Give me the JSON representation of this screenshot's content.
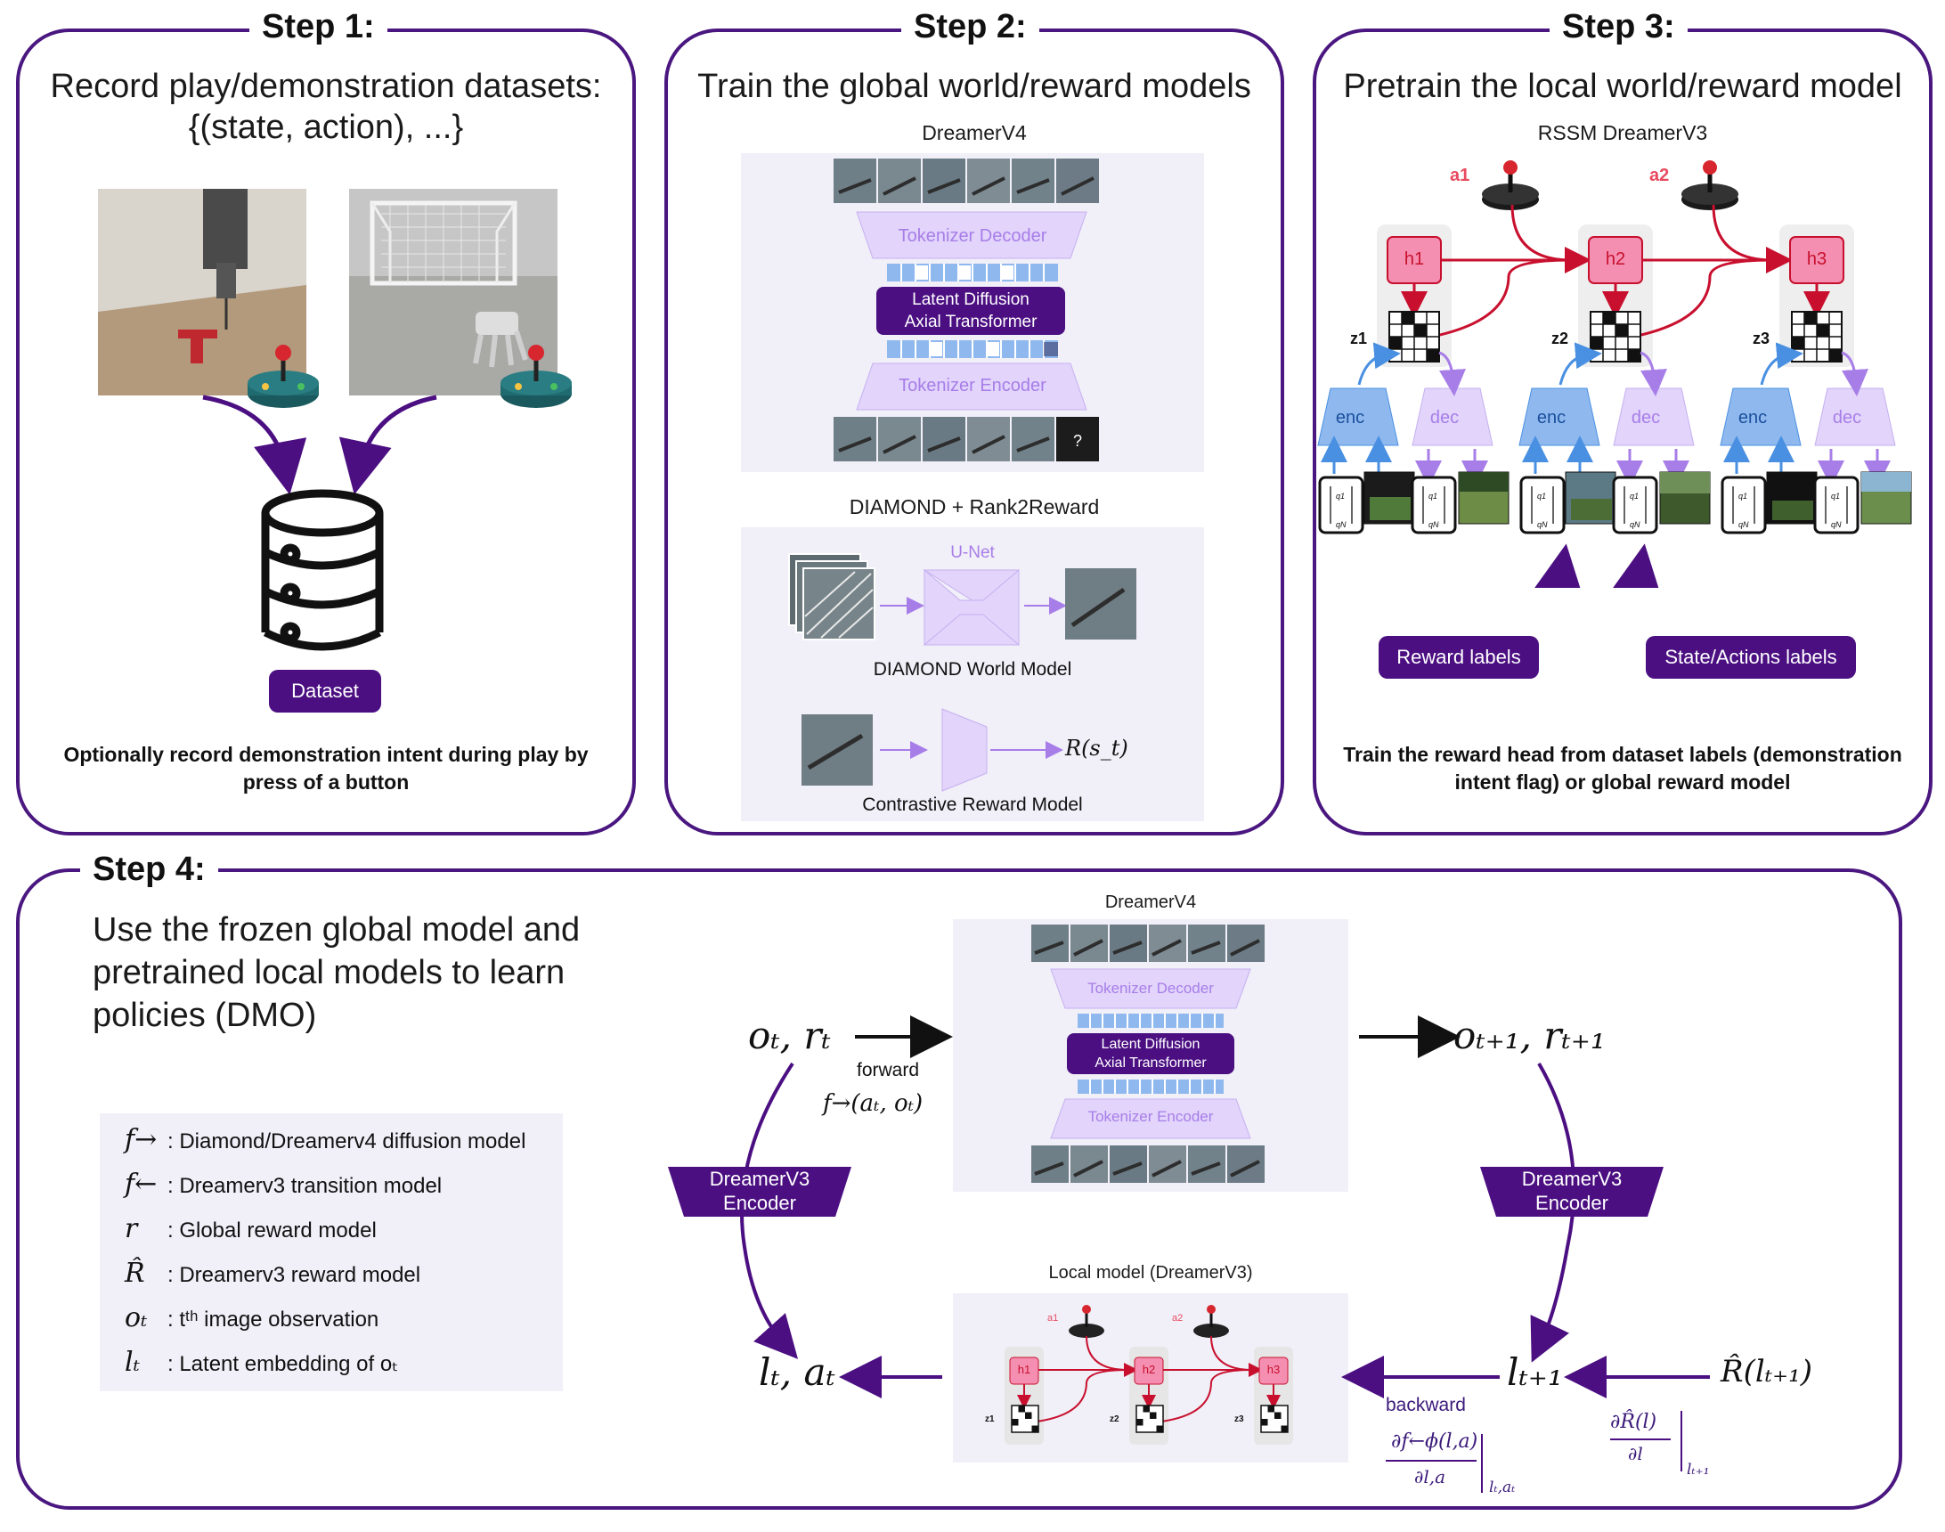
{
  "step1": {
    "title": "Step 1:",
    "heading_line1": "Record play/demonstration datasets:",
    "heading_line2": "{(state, action), ...}",
    "dataset_label": "Dataset",
    "note": "Optionally record demonstration intent during play by press of a button"
  },
  "step2": {
    "title": "Step 2:",
    "heading": "Train the global world/reward models",
    "dreamer_label": "DreamerV4",
    "tokenizer_decoder": "Tokenizer Decoder",
    "tokenizer_encoder": "Tokenizer Encoder",
    "latent_line1": "Latent Diffusion",
    "latent_line2": "Axial Transformer",
    "question_mark": "?",
    "diamond_label": "DIAMOND + Rank2Reward",
    "unet_label": "U-Net",
    "diamond_world_model": "DIAMOND World Model",
    "reward_output": "R(s_t)",
    "contrastive_reward": "Contrastive Reward Model"
  },
  "step3": {
    "title": "Step 3:",
    "heading": "Pretrain the local world/reward model",
    "rssm_label": "RSSM DreamerV3",
    "a1": "a1",
    "a2": "a2",
    "h_nodes": [
      "h1",
      "h2",
      "h3"
    ],
    "z_labels": [
      "z1",
      "z2",
      "z3"
    ],
    "enc_label": "enc",
    "dec_label": "dec",
    "q1": "q1",
    "qN": "qN",
    "reward_labels": "Reward labels",
    "state_action_labels": "State/Actions labels",
    "note": "Train the reward head from dataset labels (demonstration intent flag) or global reward model"
  },
  "step4": {
    "title": "Step 4:",
    "heading": "Use the frozen global model and pretrained local models to learn policies (DMO)",
    "dreamer_label": "DreamerV4",
    "tokenizer_decoder": "Tokenizer Decoder",
    "tokenizer_encoder": "Tokenizer Encoder",
    "latent_line1": "Latent Diffusion",
    "latent_line2": "Axial Transformer",
    "local_model_label": "Local model (DreamerV3)",
    "encoder_line1": "DreamerV3",
    "encoder_line2": "Encoder",
    "forward_label": "forward",
    "backward_label": "backward",
    "ot_rt": "oₜ, rₜ",
    "ot1_rt1": "oₜ₊₁, rₜ₊₁",
    "lt_at": "lₜ, aₜ",
    "lt1": "lₜ₊₁",
    "rhat_lt1": "R̂(lₜ₊₁)",
    "forward_fn": "f→(aₜ, oₜ)",
    "grad_f_num": "∂f←ϕ(l,a)",
    "grad_f_den": "∂l,a",
    "grad_f_eval": "lₜ,aₜ",
    "grad_r_num": "∂R̂(l)",
    "grad_r_den": "∂l",
    "grad_r_eval": "lₜ₊₁",
    "legend": [
      {
        "sym": "f→",
        "desc": ": Diamond/Dreamerv4 diffusion model"
      },
      {
        "sym": "f←",
        "desc": ": Dreamerv3 transition model"
      },
      {
        "sym": "r",
        "desc": ": Global reward model"
      },
      {
        "sym": "R̂",
        "desc": ": Dreamerv3 reward model"
      },
      {
        "sym": "oₜ",
        "desc": ": tᵗʰ image observation"
      },
      {
        "sym": "lₜ",
        "desc": ": Latent embedding of oₜ"
      }
    ]
  },
  "colors": {
    "frame": "#4a1780",
    "purple_dark": "#4b0f82",
    "lavender": "#e2d4fb",
    "lavender_text": "#a77ee8",
    "pink": "#f48fb1",
    "red_arrow": "#c8102e",
    "blue": "#4a90e2",
    "token_blue": "#8fb9ee"
  }
}
